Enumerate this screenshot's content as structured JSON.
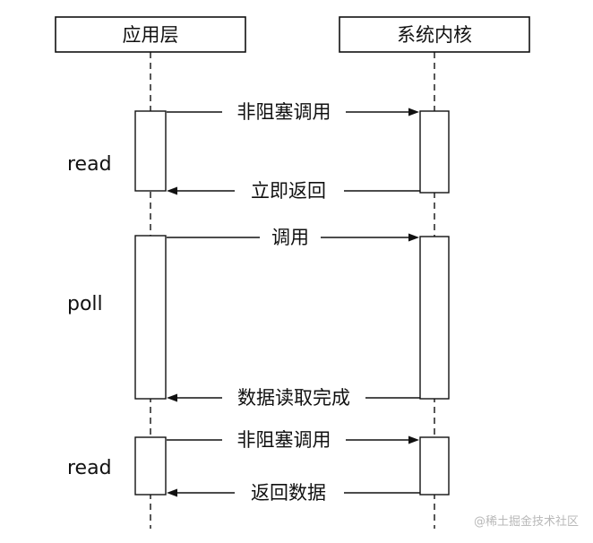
{
  "participants": {
    "app": "应用层",
    "kernel": "系统内核"
  },
  "phases": [
    {
      "label": "read",
      "call": "非阻塞调用",
      "reply": "立即返回"
    },
    {
      "label": "poll",
      "call": "调用",
      "reply": "数据读取完成"
    },
    {
      "label": "read",
      "call": "非阻塞调用",
      "reply": "返回数据"
    }
  ],
  "watermark": "@稀土掘金技术社区"
}
